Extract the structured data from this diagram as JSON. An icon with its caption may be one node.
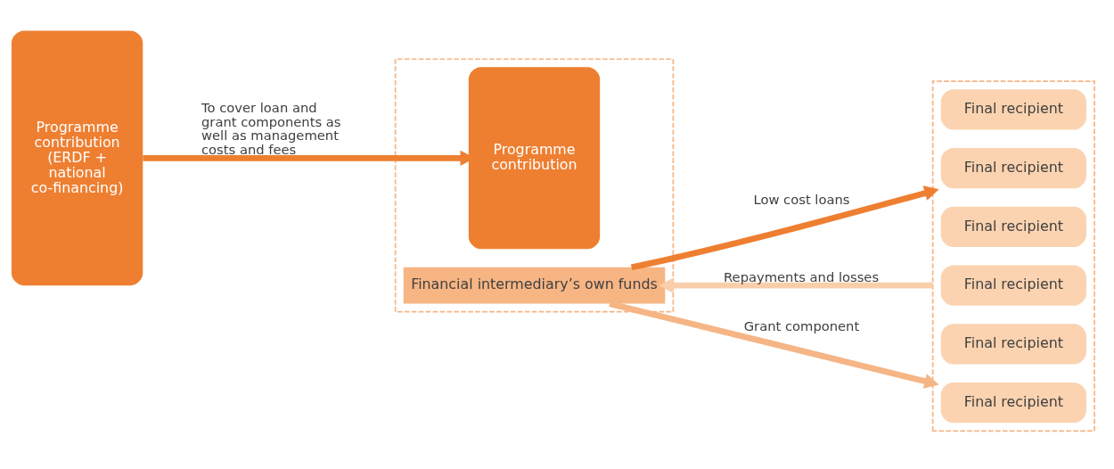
{
  "diagram": {
    "nodes": [
      {
        "text": [
          "Programme contribution (ERDF + national co-financing)"
        ]
      },
      {
        "text": [],
        "shape": "box"
      },
      {
        "text": [
          "Programme contribution"
        ],
        "in": 1
      },
      {
        "text": [
          "Financial intermediary’s own funds"
        ],
        "in": 1
      },
      {
        "text": [],
        "shape": "box"
      },
      {
        "text": [
          "Final recipient"
        ],
        "in": 4
      },
      {
        "text": [
          "Final recipient"
        ],
        "in": 4
      },
      {
        "text": [
          "Final recipient"
        ],
        "in": 4
      },
      {
        "text": [
          "Final recipient"
        ],
        "in": 4
      },
      {
        "text": [
          "Final recipient"
        ],
        "in": 4
      },
      {
        "text": [
          "Final recipient"
        ],
        "in": 4
      }
    ],
    "edges": [
      {
        "from": 0,
        "to": 2,
        "arrow": "to",
        "label": "To cover loan and grant components as well as management costs and fees"
      },
      {
        "from": 3,
        "to": 4,
        "arrow": "to",
        "label": "Low cost loans"
      },
      {
        "from": 4,
        "to": 3,
        "arrow": "to",
        "label": "Repayments and losses",
        "color": "#f9cfab"
      },
      {
        "from": 3,
        "to": 4,
        "arrow": "to",
        "label": "Grant component",
        "color": "#f5b584"
      }
    ]
  }
}
